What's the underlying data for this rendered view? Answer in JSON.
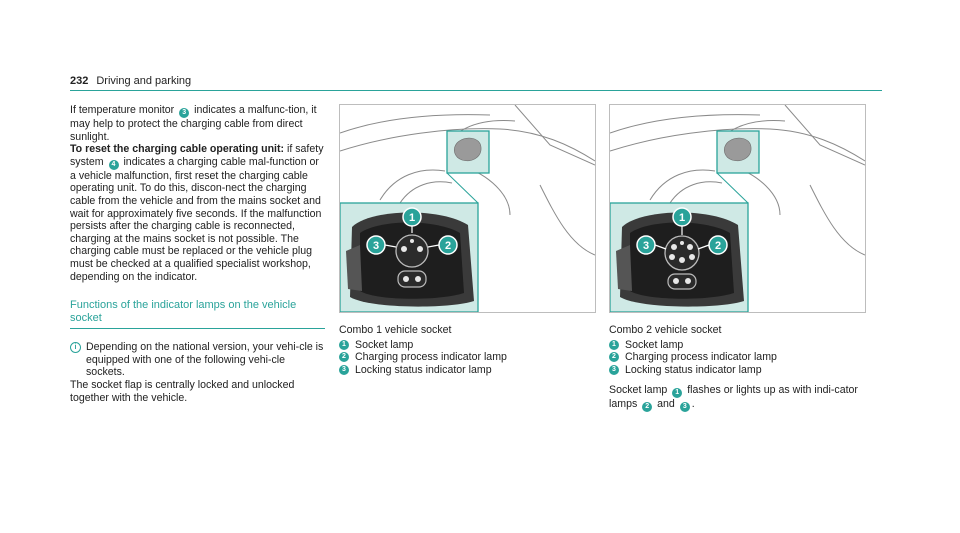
{
  "header": {
    "page_number": "232",
    "section": "Driving and parking"
  },
  "col1": {
    "para1_a": "If temperature monitor ",
    "para1_badge": "3",
    "para1_b": " indicates a malfunc-tion, it may help to protect the charging cable from direct sunlight.",
    "para2_bold": "To reset the charging cable operating unit:",
    "para2_a": " if safety system ",
    "para2_badge": "4",
    "para2_b": " indicates a charging cable mal-function or a vehicle malfunction, first reset the charging cable operating unit. To do this, discon-nect the charging cable from the vehicle and from the mains socket and wait for approximately five seconds. If the malfunction persists after the charging cable is reconnected, charging at the mains socket is not possible. The charging cable must be replaced or the vehicle plug must be checked at a qualified specialist workshop, depending on the indicator.",
    "section_title": "Functions of the indicator lamps on the vehicle socket",
    "note_icon": "i",
    "note_text": "Depending on the national version, your vehi-cle is equipped with one of the following vehi-cle sockets.",
    "para3": "The socket flap is centrally locked and unlocked together with the vehicle."
  },
  "figures": [
    {
      "callout_1": "1",
      "callout_2": "2",
      "callout_3": "3"
    },
    {
      "callout_1": "1",
      "callout_2": "2",
      "callout_3": "3"
    }
  ],
  "col2": {
    "caption": "Combo 1 vehicle socket",
    "items": [
      {
        "n": "1",
        "text": "Socket lamp"
      },
      {
        "n": "2",
        "text": "Charging process indicator lamp"
      },
      {
        "n": "3",
        "text": "Locking status indicator lamp"
      }
    ]
  },
  "col3": {
    "caption": "Combo 2 vehicle socket",
    "items": [
      {
        "n": "1",
        "text": "Socket lamp"
      },
      {
        "n": "2",
        "text": "Charging process indicator lamp"
      },
      {
        "n": "3",
        "text": "Locking status indicator lamp"
      }
    ],
    "tail_a": "Socket lamp ",
    "tail_badge1": "1",
    "tail_b": " flashes or lights up as with indi-cator lamps ",
    "tail_badge2": "2",
    "tail_c": " and ",
    "tail_badge3": "3",
    "tail_d": "."
  },
  "colors": {
    "accent": "#2aa39a",
    "highlight_bg": "#cfe9e5"
  }
}
